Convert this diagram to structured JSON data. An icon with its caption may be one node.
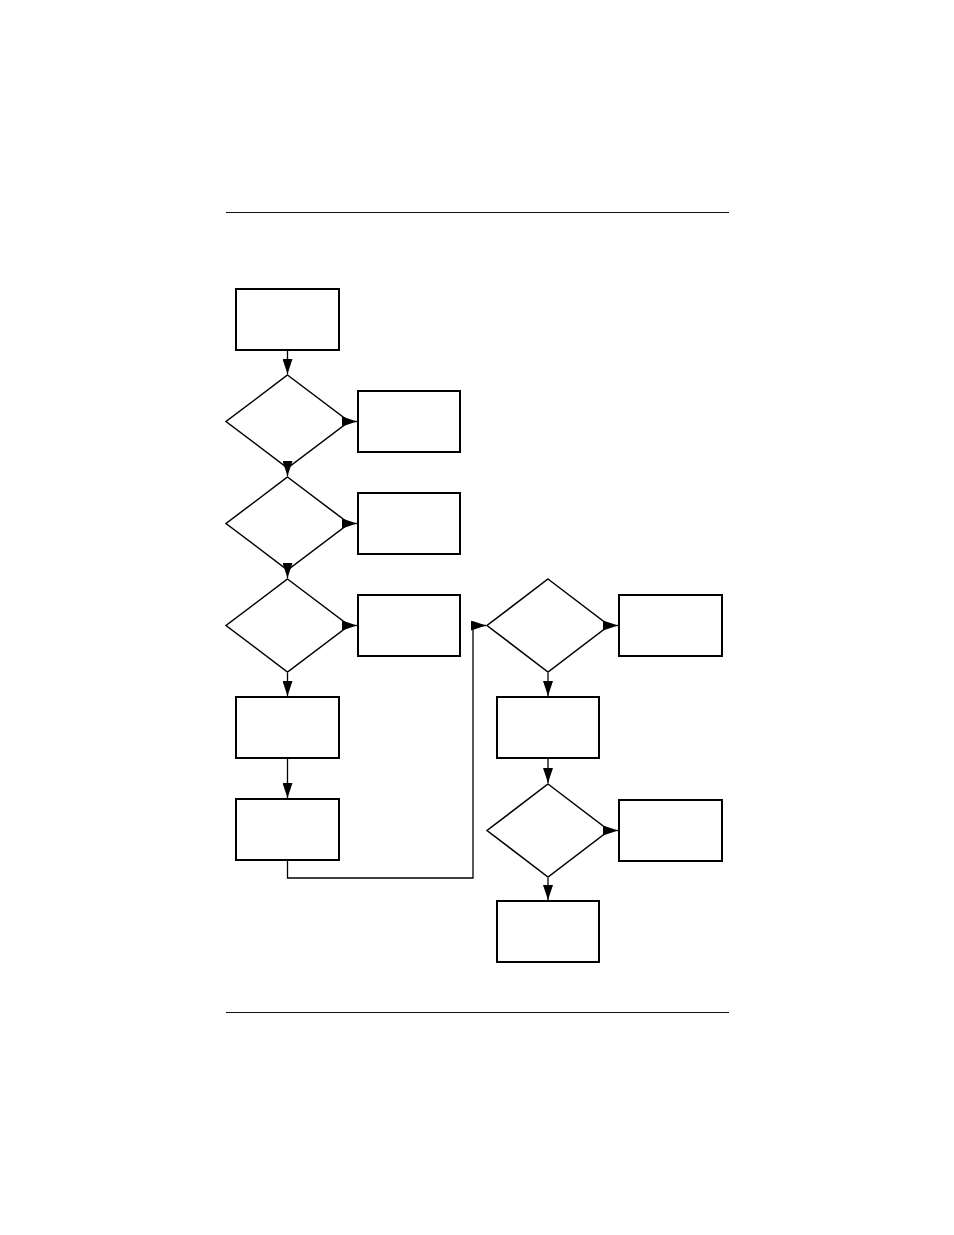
{
  "diagram": {
    "nodes": [
      {
        "text": [],
        "shape": "box"
      },
      {
        "text": [],
        "shape": "diamond"
      },
      {
        "text": [],
        "shape": "box"
      },
      {
        "text": [],
        "shape": "diamond"
      },
      {
        "text": [],
        "shape": "box"
      },
      {
        "text": [],
        "shape": "diamond"
      },
      {
        "text": [],
        "shape": "box"
      },
      {
        "text": [],
        "shape": "box"
      },
      {
        "text": [],
        "shape": "box"
      },
      {
        "text": [],
        "shape": "diamond"
      },
      {
        "text": [],
        "shape": "box"
      },
      {
        "text": [],
        "shape": "box"
      },
      {
        "text": [],
        "shape": "diamond"
      },
      {
        "text": [],
        "shape": "box"
      },
      {
        "text": [],
        "shape": "box"
      }
    ],
    "edges": [
      {
        "from": 0,
        "to": 1,
        "arrow": "to"
      },
      {
        "from": 1,
        "to": 2,
        "arrow": "to"
      },
      {
        "from": 1,
        "to": 3,
        "arrow": "to"
      },
      {
        "from": 3,
        "to": 4,
        "arrow": "to"
      },
      {
        "from": 3,
        "to": 5,
        "arrow": "to"
      },
      {
        "from": 5,
        "to": 6,
        "arrow": "to"
      },
      {
        "from": 5,
        "to": 7,
        "arrow": "to"
      },
      {
        "from": 7,
        "to": 8,
        "arrow": "to"
      },
      {
        "from": 8,
        "to": 9,
        "arrow": "to"
      },
      {
        "from": 9,
        "to": 10,
        "arrow": "to"
      },
      {
        "from": 9,
        "to": 11,
        "arrow": "to"
      },
      {
        "from": 11,
        "to": 12,
        "arrow": "to"
      },
      {
        "from": 12,
        "to": 13,
        "arrow": "to"
      },
      {
        "from": 12,
        "to": 14,
        "arrow": "to"
      }
    ]
  }
}
